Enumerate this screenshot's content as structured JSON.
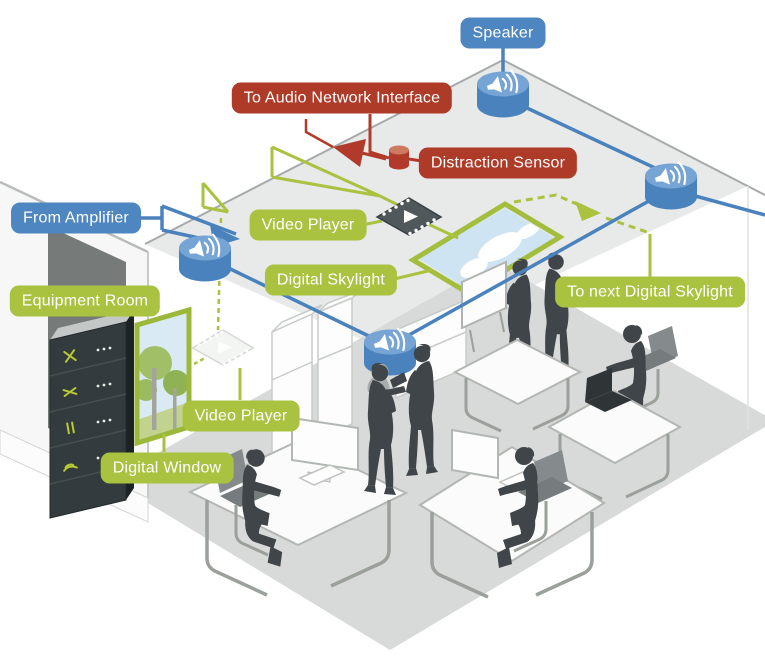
{
  "labels": {
    "speaker": "Speaker",
    "to_audio_network_interface": "To Audio Network Interface",
    "distraction_sensor": "Distraction Sensor",
    "video_player_ceiling": "Video Player",
    "digital_skylight": "Digital Skylight",
    "from_amplifier": "From Amplifier",
    "equipment_room": "Equipment Room",
    "video_player_wall": "Video Player",
    "digital_window": "Digital Window",
    "to_next_digital_skylight": "To next Digital Skylight"
  },
  "colors": {
    "label_blue": "#4d86c0",
    "label_red": "#ae3a28",
    "label_green": "#a9c23f",
    "line_blue": "#4a82bd",
    "line_green": "#a9c23f",
    "line_red": "#b23a2a",
    "ceiling_gray": "#e8e9e9",
    "floor_gray": "#d8d9d9",
    "silhouette_gray": "#3f4548"
  },
  "icons": [
    "wifi-speaker-disc",
    "film-strip",
    "distraction-sensor-cylinder",
    "server-rack",
    "digital-window-art",
    "digital-skylight-panel"
  ],
  "scene": {
    "speaker_disc_count": 4,
    "people_count": 7,
    "desk_count": 4
  }
}
